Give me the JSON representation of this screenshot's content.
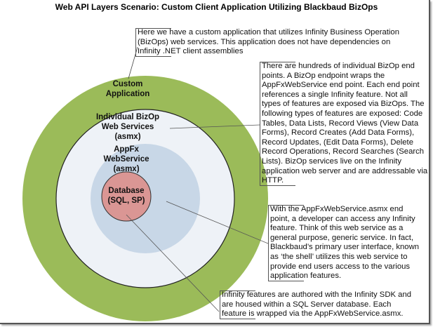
{
  "title": "Web API Layers Scenario:  Custom Client Application Utilizing Blackbaud BizOps",
  "colors": {
    "custom_application_ring": "#9BBB59",
    "bizop_ring": "#EEF2F7",
    "appfx_ring": "#C8D7E7",
    "database_core": "#DA9694",
    "leader_line": "#555555"
  },
  "layers": [
    {
      "id": "custom-application",
      "label_lines": [
        "Custom",
        "Application"
      ]
    },
    {
      "id": "bizop-web-services",
      "label_lines": [
        "Individual BizOp",
        "Web Services",
        "(asmx)"
      ]
    },
    {
      "id": "appfx-webservice",
      "label_lines": [
        "AppFx",
        "WebService",
        "(asmx)"
      ]
    },
    {
      "id": "database",
      "label_lines": [
        "Database",
        "(SQL, SP)"
      ]
    }
  ],
  "callouts": [
    {
      "target": "custom-application",
      "lines": [
        "Here we have a custom application that utilizes Infinity Business Operation",
        "(BizOps) web services.  This application does not have dependencies on",
        "Infinity .NET client assemblies"
      ]
    },
    {
      "target": "bizop-web-services",
      "lines": [
        "There are hundreds of individual BizOp end",
        "points.  A BizOp endpoint wraps the",
        "AppFxWebService end point.  Each end point",
        "references a single Infinity feature.  Not all",
        "types of features are exposed via BizOps. The",
        "following types of features are exposed: Code",
        "Tables, Data Lists, Record Views (View Data",
        "Forms), Record Creates (Add Data Forms),",
        "Record Updates, (Edit Data Forms), Delete",
        "Record Operations, Record Searches (Search",
        "Lists).  BizOp services live on the Infinity",
        "application web server and are addressable via",
        "HTTP."
      ]
    },
    {
      "target": "appfx-webservice",
      "lines": [
        "With the AppFxWebService.asmx end",
        "point, a developer can access any Infinity",
        "feature.  Think of this web service as a",
        "general purpose, generic service.  In fact,",
        "Blackbaud’s primary user interface, known",
        "as ‘the shell’ utilizes this web service to",
        "provide end users access to the various",
        "application features."
      ]
    },
    {
      "target": "database",
      "lines": [
        "Infinity features are authored with the Infinity SDK and",
        "are housed within a SQL Server database.  Each",
        "feature is wrapped via the AppFxWebService.asmx."
      ]
    }
  ]
}
